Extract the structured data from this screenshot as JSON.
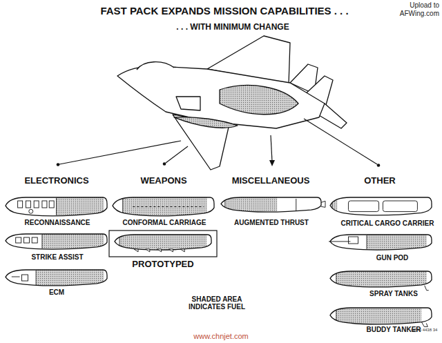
{
  "diagram": {
    "title": "FAST PACK EXPANDS MISSION CAPABILITIES . . .",
    "labels": [
      ". . . WITH MINIMUM CHANGE",
      "Upload to AFWing.com",
      "ELECTRONICS",
      "WEAPONS",
      "MISCELLANEOUS",
      "OTHER",
      "RECONNAISSANCE",
      "CONFORMAL CARRIAGE",
      "AUGMENTED THRUST",
      "CRITICAL CARGO CARRIER",
      "STRIKE ASSIST",
      "PROTOTYPED",
      "GUN POD",
      "ECM",
      "SHADED AREA INDICATES FUEL",
      "SPRAY TANKS",
      "BUDDY TANKER",
      "www.chnjet.com",
      "GP74 4438 34"
    ]
  }
}
